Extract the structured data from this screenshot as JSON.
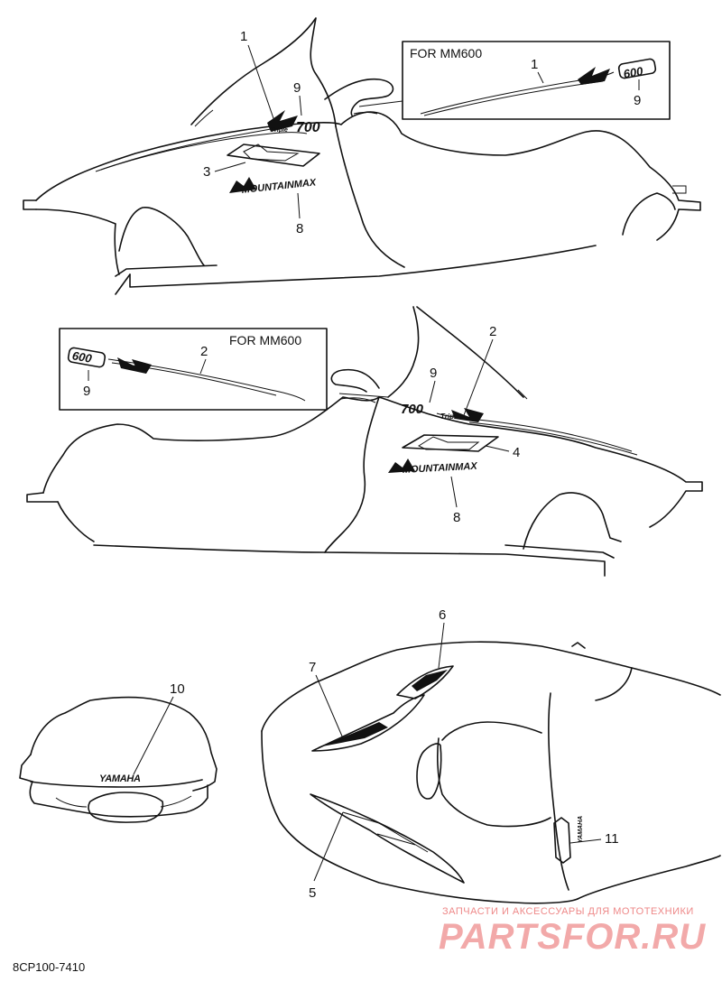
{
  "callouts": {
    "top": [
      "1",
      "9",
      "3",
      "8",
      "1",
      "9"
    ],
    "middle": [
      "2",
      "9",
      "2",
      "9",
      "4",
      "8"
    ],
    "bottom": [
      "10",
      "6",
      "7",
      "5",
      "11"
    ]
  },
  "inset_label": "FOR MM600",
  "decals": {
    "model_700": "700",
    "model_600": "600",
    "triple": "Triple",
    "mountain_max": "MOUNTAINMAX",
    "yamaha": "YAMAHA",
    "tag": "YAMAHA"
  },
  "part_code": "8CP100-7410",
  "watermark": {
    "tagline": "ЗАПЧАСТИ И АКСЕССУАРЫ ДЛЯ МОТОТЕХНИКИ",
    "brand": "PARTSFOR.RU",
    "color": "#f2a9a9"
  }
}
